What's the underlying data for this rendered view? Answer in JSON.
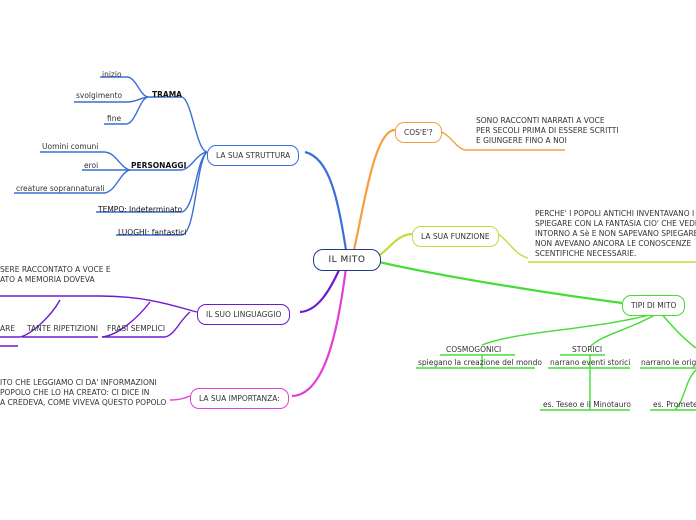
{
  "central": "IL   MITO",
  "struttura": {
    "label": "LA SUA STRUTTURA",
    "trama": {
      "label": "TRAMA",
      "items": [
        "inizio",
        "svolgimento",
        "fine"
      ]
    },
    "personaggi": {
      "label": "PERSONAGGI",
      "items": [
        "Uomini  comuni",
        "eroi",
        "creature soprannaturali"
      ]
    },
    "tempo": "TEMPO: Indeterminato",
    "luoghi": "LUOGHI: fantastici"
  },
  "linguaggio": {
    "label": "IL SUO LINGUAGGIO",
    "text_lines": [
      "SERE RACCONTATO A VOCE E",
      "ATO A MEMORIA DOVEVA"
    ],
    "items": [
      "ARE",
      "TANTE RIPETIZIONI",
      "FRASI SEMPLICI"
    ]
  },
  "importanza": {
    "label": "LA SUA IMPORTANZA:",
    "text_lines": [
      "ITO CHE LEGGIAMO CI DA'  INFORMAZIONI",
      "POPOLO CHE LO HA CREATO: CI DICE IN",
      "A CREDEVA, COME VIVEVA QUESTO POPOLO"
    ]
  },
  "cose": {
    "label": "COS'E'?",
    "text_lines": [
      "SONO RACCONTI NARRATI A VOCE",
      "PER SECOLI PRIMA DI ESSERE SCRITTI",
      "E GIUNGERE FINO A NOI"
    ]
  },
  "funzione": {
    "label": "LA SUA FUNZIONE",
    "text_lines": [
      "PERCHE' I POPOLI ANTICHI INVENTAVANO I MI",
      "SPIEGARE CON LA FANTASIA CIO' CHE VEDEVA",
      "INTORNO A Sè E NON SAPEVANO SPIEGARE PE",
      "NON AVEVANO ANCORA LE CONOSCENZE",
      "SCENTIFICHE NECESSARIE."
    ]
  },
  "tipi": {
    "label": "TIPI DI MITO",
    "cosmogonici": {
      "label": "COSMOGONICI",
      "desc": "spiegano la creazione del mondo"
    },
    "storici": {
      "label": "STORICI",
      "desc": "narrano eventi storici",
      "example": "es. Teseo e il Minotauro"
    },
    "third": {
      "desc": "narrano le origini",
      "example": "es. Promete"
    }
  },
  "colors": {
    "struttura": "#3a6fd8",
    "linguaggio": "#6a1bd1",
    "importanza": "#e040d8",
    "cose": "#f5a040",
    "funzione": "#c8d840",
    "tipi": "#44dd33",
    "central_border": "#1f3b8c"
  }
}
